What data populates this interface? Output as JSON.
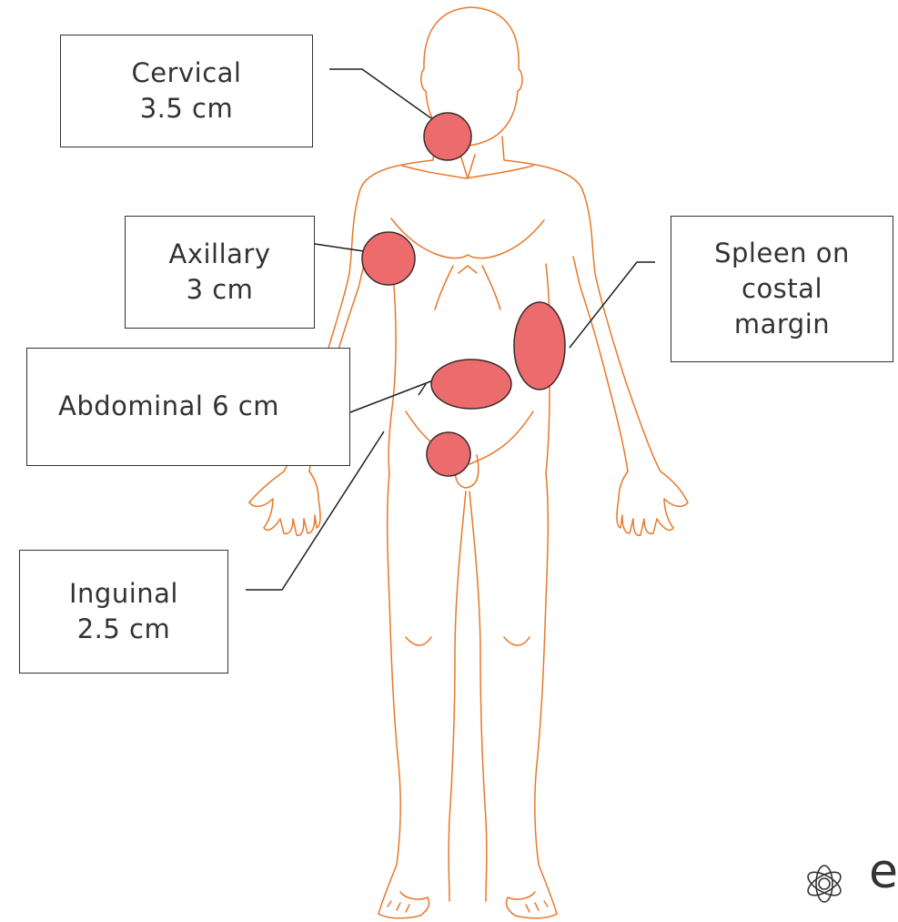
{
  "labels": {
    "cervical": {
      "line1": "Cervical",
      "line2": "3.5 cm"
    },
    "axillary": {
      "line1": "Axillary",
      "line2": "3 cm"
    },
    "spleen": {
      "line1": "Spleen on",
      "line2": "costal",
      "line3": "margin"
    },
    "abdominal": {
      "line1": "Abdominal 6 cm"
    },
    "inguinal": {
      "line1": "Inguinal",
      "line2": "2.5 cm"
    }
  },
  "logo": {
    "letter": "e",
    "icon": "dna-knot-icon"
  },
  "colors": {
    "body_outline": "#E8782A",
    "lesion_fill": "#EC6B6C",
    "lesion_stroke": "#3A2A2A",
    "text": "#333333",
    "box_border": "#333333"
  }
}
